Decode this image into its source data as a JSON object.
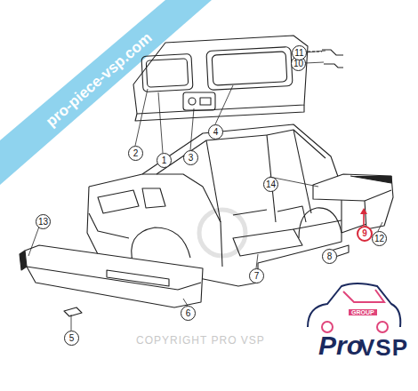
{
  "diagram": {
    "labels": [
      "1",
      "2",
      "3",
      "4",
      "5",
      "6",
      "7",
      "8",
      "9",
      "10",
      "11",
      "12",
      "13",
      "14",
      "pro-piece-vsp.com",
      "COPYRIGHT PRO VSP",
      "GROUP",
      "Pro",
      "VSP"
    ]
  }
}
